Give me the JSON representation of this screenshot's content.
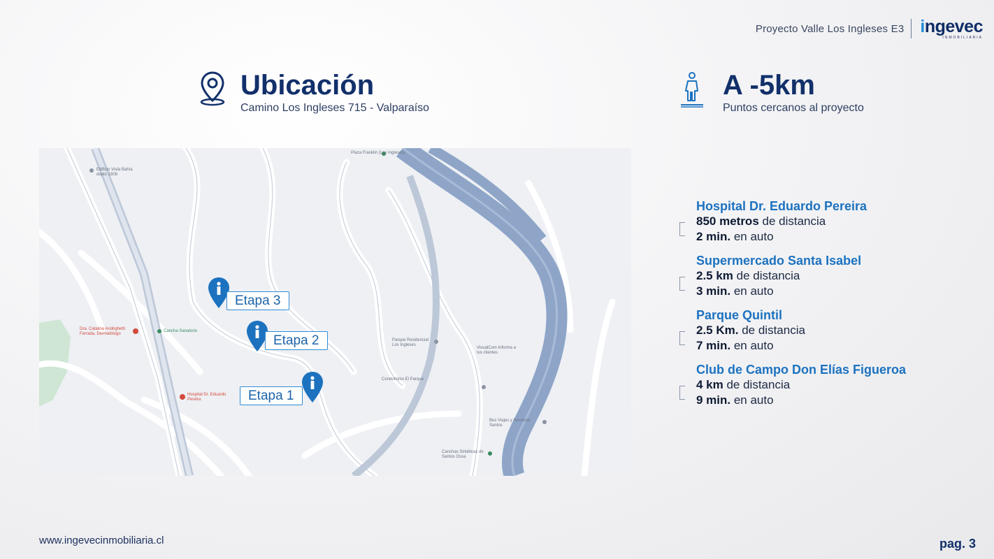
{
  "header": {
    "project_name": "Proyecto Valle Los Ingleses E3",
    "logo_word_i": "i",
    "logo_word_rest": "ngevec",
    "logo_sub": "INMOBILIARIA"
  },
  "location": {
    "icon": "location-pin-icon",
    "title": "Ubicación",
    "address": "Camino Los Ingleses 715 - Valparaíso"
  },
  "distance": {
    "icon": "walking-person-icon",
    "title": "A -5km",
    "subtitle": "Puntos cercanos al proyecto"
  },
  "map": {
    "stages": [
      "Etapa 3",
      "Etapa 2",
      "Etapa 1"
    ],
    "labels": {
      "plaza": "Plaza Franklin (Los Ingleses)",
      "edificio": "Edificio Vista Bahía depto 1808",
      "doctora": "Dra. Catalina Andrighetti Ferrada, Dermatólogo",
      "cancha": "Cancha Sanatorio",
      "hospital": "Hospital Dr. Eduardo Pereira",
      "parque_res": "Parque Residencial Los Ingleses",
      "visualcom": "VisualCom Informa a tus clientes",
      "condominio": "Condominio El Parque",
      "bus": "Bus Viajes y Servicios Santos",
      "canchas": "Canchas Sintéticas de Santos Ossa"
    },
    "colors": {
      "highway": "#8ea5c8",
      "road": "#c9d0dc",
      "pin": "#1c72bf"
    }
  },
  "pois": [
    {
      "name": "Hospital Dr. Eduardo Pereira",
      "dist_bold": "850 metros",
      "dist_rest": " de distancia",
      "time_bold": "2 min.",
      "time_rest": " en auto"
    },
    {
      "name": "Supermercado Santa Isabel",
      "dist_bold": "2.5 km",
      "dist_rest": " de distancia",
      "time_bold": "3 min.",
      "time_rest": " en auto"
    },
    {
      "name": "Parque Quintil",
      "dist_bold": "2.5 Km.",
      "dist_rest": " de distancia",
      "time_bold": "7 min.",
      "time_rest": " en auto"
    },
    {
      "name": "Club de Campo Don Elías Figueroa",
      "dist_bold": "4 km",
      "dist_rest": " de distancia",
      "time_bold": "9 min.",
      "time_rest": " en auto"
    }
  ],
  "footer": {
    "url": "www.ingevecinmobiliaria.cl",
    "page": "pag. 3"
  }
}
